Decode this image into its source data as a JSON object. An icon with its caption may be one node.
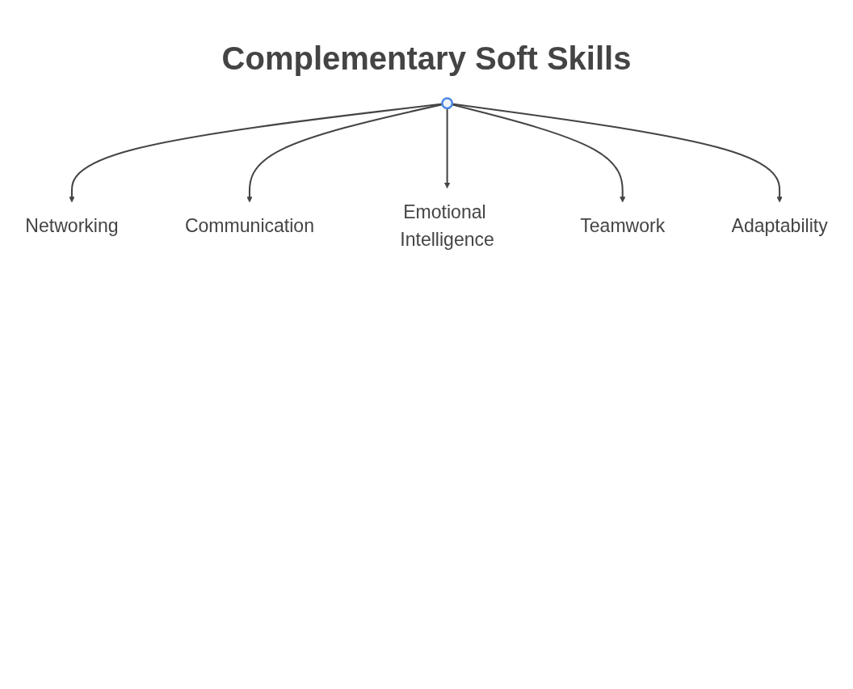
{
  "diagram": {
    "title": "Complementary Soft Skills",
    "nodes": [
      {
        "text": [],
        "shape": "person"
      },
      {
        "text": [
          "Networking"
        ]
      },
      {
        "text": [
          "Communication"
        ]
      },
      {
        "text": [
          "Emotional Intelligence"
        ]
      },
      {
        "text": [
          "Teamwork"
        ]
      },
      {
        "text": [
          "Adaptability"
        ]
      }
    ],
    "edges": [
      {
        "from": 0,
        "to": 1,
        "arrow": "to"
      },
      {
        "from": 0,
        "to": 2,
        "arrow": "to"
      },
      {
        "from": 0,
        "to": 3,
        "arrow": "to"
      },
      {
        "from": 0,
        "to": 4,
        "arrow": "to"
      },
      {
        "from": 0,
        "to": 5,
        "arrow": "to"
      }
    ]
  }
}
